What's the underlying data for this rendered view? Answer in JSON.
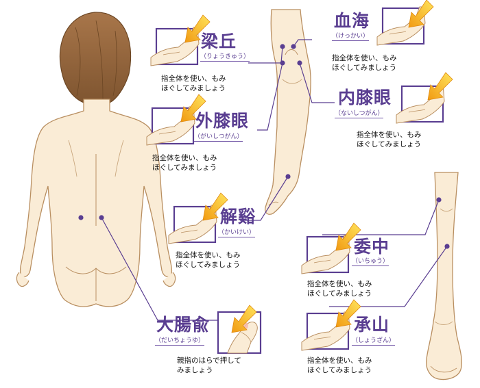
{
  "points": [
    {
      "id": "ryokyu",
      "title": "梁丘",
      "reading": "（りょうきゅう）",
      "instruction": [
        "指全体を使い、もみ",
        "ほぐしてみましょう"
      ]
    },
    {
      "id": "kekkai",
      "title": "血海",
      "reading": "（けっかい）",
      "instruction": [
        "指全体を使い、もみ",
        "ほぐしてみましょう"
      ]
    },
    {
      "id": "naishitsugan",
      "title": "内膝眼",
      "reading": "（ないしつがん）",
      "instruction": [
        "指全体を使い、もみ",
        "ほぐしてみましょう"
      ]
    },
    {
      "id": "gaishitsugan",
      "title": "外膝眼",
      "reading": "（がいしつがん）",
      "instruction": [
        "指全体を使い、もみ",
        "ほぐしてみましょう"
      ]
    },
    {
      "id": "kaikei",
      "title": "解谿",
      "reading": "（かいけい）",
      "instruction": [
        "指全体を使い、もみ",
        "ほぐしてみましょう"
      ]
    },
    {
      "id": "ichu",
      "title": "委中",
      "reading": "（いちゅう）",
      "instruction": [
        "指全体を使い、もみ",
        "ほぐしてみましょう"
      ]
    },
    {
      "id": "daichoyu",
      "title": "大腸兪",
      "reading": "（だいちょうゆ）",
      "instruction": [
        "親指のはらで押して",
        "みましょう"
      ]
    },
    {
      "id": "shozan",
      "title": "承山",
      "reading": "（しょうざん）",
      "instruction": [
        "指全体を使い、もみ",
        "ほぐしてみましょう"
      ]
    }
  ],
  "colors": {
    "accent": "#5a3e91",
    "skin": "#faecd6",
    "outline": "#b98f61",
    "hair": "#9a6a3e",
    "arrow": "#f4c21d"
  }
}
